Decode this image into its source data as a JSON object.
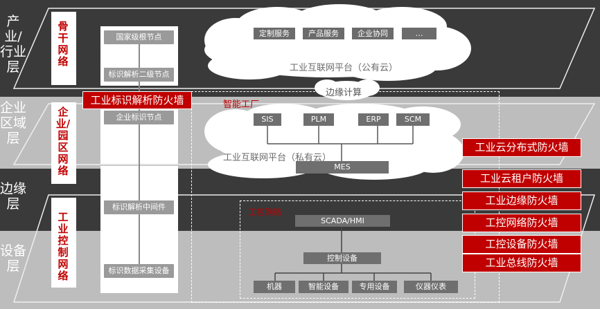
{
  "layers": [
    {
      "id": "industry",
      "label": "产业/行业层"
    },
    {
      "id": "enterprise",
      "label": "企业区域层"
    },
    {
      "id": "edge",
      "label": "边缘层"
    },
    {
      "id": "device",
      "label": "设备层"
    }
  ],
  "id_column": {
    "backbone": "骨干网络",
    "enterprise_net": "企业/园区网络",
    "ics_net": "工业控制网络",
    "nodes": [
      "国家级根节点",
      "标识解析二级节点",
      "企业标识节点",
      "标识解析中间件",
      "标识数据采集设备"
    ]
  },
  "public_cloud": {
    "services": [
      "定制服务",
      "产品服务",
      "企业协同",
      "…"
    ],
    "label": "工业互联网平台（公有云）"
  },
  "edge_computing": "边缘计算",
  "smart_factory": "智能工厂",
  "private_cloud": {
    "apps": [
      "SIS",
      "PLM",
      "ERP",
      "SCM"
    ],
    "label": "工业互联网平台（私有云）",
    "mes": "MES"
  },
  "ics": {
    "label": "工控网络",
    "scada": "SCADA/HMI",
    "control": "控制设备",
    "devices": [
      "机器",
      "智能设备",
      "专用设备",
      "仪器仪表"
    ]
  },
  "firewalls": {
    "id_resolution": "工业标识解析防火墙",
    "cloud_distributed": "工业云分布式防火墙",
    "cloud_tenant": "工业云租户防火墙",
    "edge": "工业边缘防火墙",
    "ics_network": "工控网络防火墙",
    "ics_device": "工控设备防火墙",
    "bus": "工业总线防火墙"
  }
}
